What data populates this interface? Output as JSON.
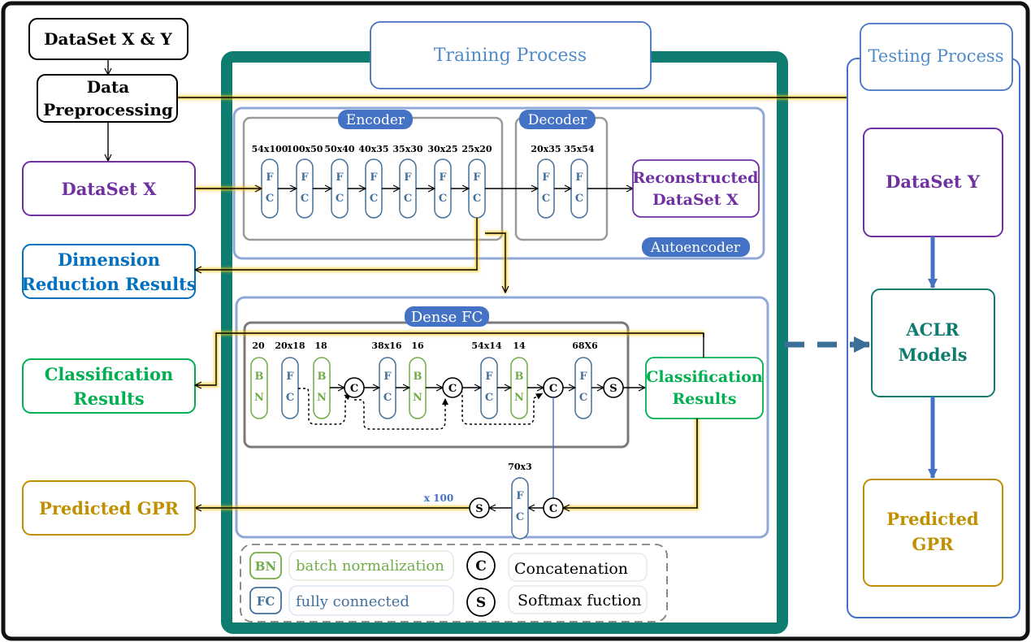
{
  "inputs": {
    "dataset_xy": "DataSet X & Y",
    "preprocess_line1": "Data",
    "preprocess_line2": "Preprocessing",
    "dataset_x": "DataSet X",
    "dim_line1": "Dimension",
    "dim_line2": "Reduction Results",
    "cls_line1": "Classification",
    "cls_line2": "Results",
    "gpr": "Predicted GPR"
  },
  "training": {
    "title": "Training Process",
    "encoder_label": "Encoder",
    "decoder_label": "Decoder",
    "autoencoder_label": "Autoencoder",
    "encoder_layers": [
      {
        "dim": "54x100",
        "top": "F",
        "bottom": "C"
      },
      {
        "dim": "100x50",
        "top": "F",
        "bottom": "C"
      },
      {
        "dim": "50x40",
        "top": "F",
        "bottom": "C"
      },
      {
        "dim": "40x35",
        "top": "F",
        "bottom": "C"
      },
      {
        "dim": "35x30",
        "top": "F",
        "bottom": "C"
      },
      {
        "dim": "30x25",
        "top": "F",
        "bottom": "C"
      },
      {
        "dim": "25x20",
        "top": "F",
        "bottom": "C"
      }
    ],
    "decoder_layers": [
      {
        "dim": "20x35",
        "top": "F",
        "bottom": "C"
      },
      {
        "dim": "35x54",
        "top": "F",
        "bottom": "C"
      }
    ],
    "recon_line1": "Reconstructed",
    "recon_line2": "DataSet X",
    "dense_label": "Dense FC",
    "dense_layers": [
      {
        "dim": "20",
        "top": "B",
        "bottom": "N",
        "kind": "bn"
      },
      {
        "dim": "20x18",
        "top": "F",
        "bottom": "C",
        "kind": "fc"
      },
      {
        "dim": "18",
        "top": "B",
        "bottom": "N",
        "kind": "bn"
      },
      {
        "dim": "38x16",
        "top": "F",
        "bottom": "C",
        "kind": "fc"
      },
      {
        "dim": "16",
        "top": "B",
        "bottom": "N",
        "kind": "bn"
      },
      {
        "dim": "54x14",
        "top": "F",
        "bottom": "C",
        "kind": "fc"
      },
      {
        "dim": "14",
        "top": "B",
        "bottom": "N",
        "kind": "bn"
      },
      {
        "dim": "68X6",
        "top": "F",
        "bottom": "C",
        "kind": "fc"
      }
    ],
    "concat_symbol": "C",
    "softmax_symbol": "S",
    "dense_cls_line1": "Classification",
    "dense_cls_line2": "Results",
    "gpr_fc_dim": "70x3",
    "gpr_fc_top": "F",
    "gpr_fc_bottom": "C",
    "multiplier": "x 100"
  },
  "legend": {
    "bn_abbr": "BN",
    "bn_text": "batch normalization",
    "fc_abbr": "FC",
    "fc_text": "fully connected",
    "c_abbr": "C",
    "c_text": "Concatenation",
    "s_abbr": "S",
    "s_text": "Softmax fuction"
  },
  "testing": {
    "title": "Testing Process",
    "dataset_y": "DataSet Y",
    "aclr_line1": "ACLR",
    "aclr_line2": "Models",
    "gpr_line1": "Predicted",
    "gpr_line2": "GPR"
  },
  "colors": {
    "purple": "#7030a0",
    "blue_text": "#0070c0",
    "green_text": "#00b050",
    "gold_text": "#bf9000",
    "teal": "#0e7c6e",
    "steel": "#4472c4",
    "bn_green": "#70ad47",
    "fc_blue": "#44709c"
  }
}
